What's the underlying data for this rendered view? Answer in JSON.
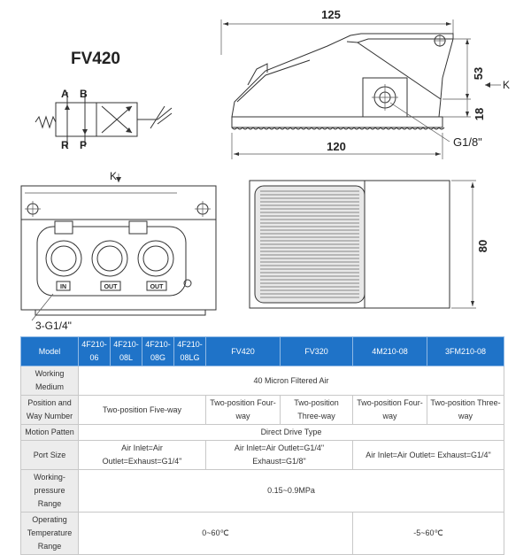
{
  "model_title": "FV420",
  "symbol": {
    "port_a": "A",
    "port_b": "B",
    "port_r": "R",
    "port_p": "P"
  },
  "dimensions": {
    "top_width": "125",
    "bottom_width": "120",
    "height": "53",
    "port_height": "18",
    "port_thread": "G1/8\"",
    "k_label": "K",
    "depth": "80",
    "front_ports": "3-G1/4\"",
    "k_arrow_label": "K"
  },
  "front_port_labels": [
    "IN",
    "OUT",
    "OUT"
  ],
  "table": {
    "header": {
      "model": "Model",
      "cols": [
        "4F210-06",
        "4F210-08L",
        "4F210-08G",
        "4F210-08LG",
        "FV420",
        "FV320",
        "4M210-08",
        "3FM210-08"
      ]
    },
    "rows": {
      "medium": {
        "label": "Working Medium",
        "value": "40 Micron Filtered Air"
      },
      "position": {
        "label": "Position and Way Number",
        "v1": "Two-position Five-way",
        "v2": "Two-position Four-way",
        "v3": "Two-position Three-way",
        "v4": "Two-position Four-way",
        "v5": "Two-position Three-way"
      },
      "motion": {
        "label": "Motion Patten",
        "value": "Direct Drive Type"
      },
      "port": {
        "label": "Port Size",
        "v1": "Air Inlet=Air Outlet=Exhaust=G1/4\"",
        "v2": "Air Inlet=Air Outlet=G1/4\" Exhaust=G1/8\"",
        "v3": "Air Inlet=Air Outlet= Exhaust=G1/4\""
      },
      "pressure": {
        "label": "Working-pressure Range",
        "value": "0.15~0.9MPa"
      },
      "temp": {
        "label": "Operating Temperature Range",
        "v1": "0~60℃",
        "v2": "-5~60℃"
      }
    }
  }
}
